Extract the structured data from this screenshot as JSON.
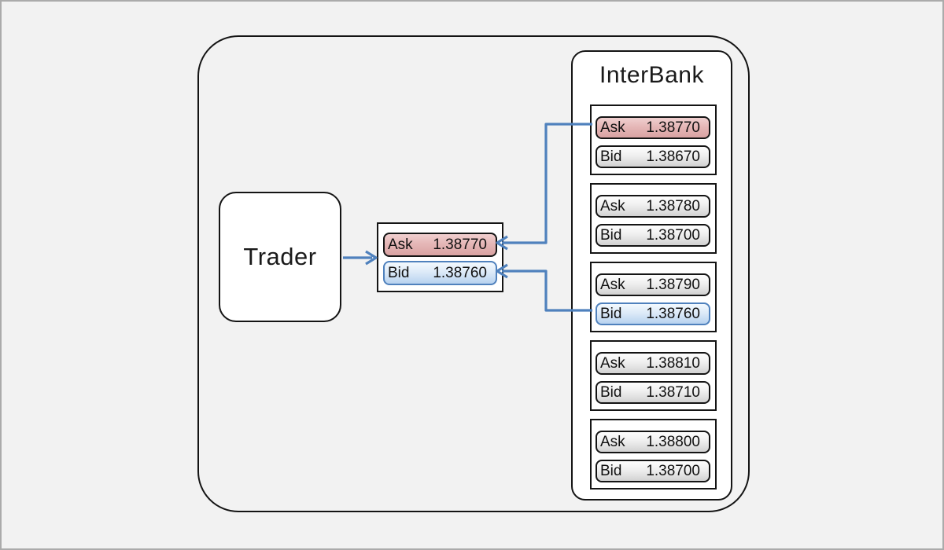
{
  "colors": {
    "canvas-bg": "#f2f2f2",
    "frame-border": "#ababab",
    "ink": "#141414",
    "accent-blue": "#4f81bd",
    "pink-top": "#f0cfcf",
    "pink-mid": "#e5b7b7",
    "pink-bot": "#d9a2a2",
    "blue-top": "#f3f9fe",
    "blue-mid": "#ddeaf8",
    "blue-bot": "#b7d2ef",
    "gray-top": "#fdfdfd",
    "gray-mid": "#f0f0f0",
    "gray-bot": "#d2d2d2"
  },
  "trader": {
    "label": "Trader"
  },
  "quote_box": {
    "ask_label": "Ask",
    "ask_value": "1.38770",
    "bid_label": "Bid",
    "bid_value": "1.38760"
  },
  "interbank": {
    "title": "InterBank",
    "groups": [
      {
        "ask_label": "Ask",
        "ask_value": "1.38770",
        "bid_label": "Bid",
        "bid_value": "1.38670"
      },
      {
        "ask_label": "Ask",
        "ask_value": "1.38780",
        "bid_label": "Bid",
        "bid_value": "1.38700"
      },
      {
        "ask_label": "Ask",
        "ask_value": "1.38790",
        "bid_label": "Bid",
        "bid_value": "1.38760"
      },
      {
        "ask_label": "Ask",
        "ask_value": "1.38810",
        "bid_label": "Bid",
        "bid_value": "1.38710"
      },
      {
        "ask_label": "Ask",
        "ask_value": "1.38800",
        "bid_label": "Bid",
        "bid_value": "1.38700"
      }
    ]
  }
}
